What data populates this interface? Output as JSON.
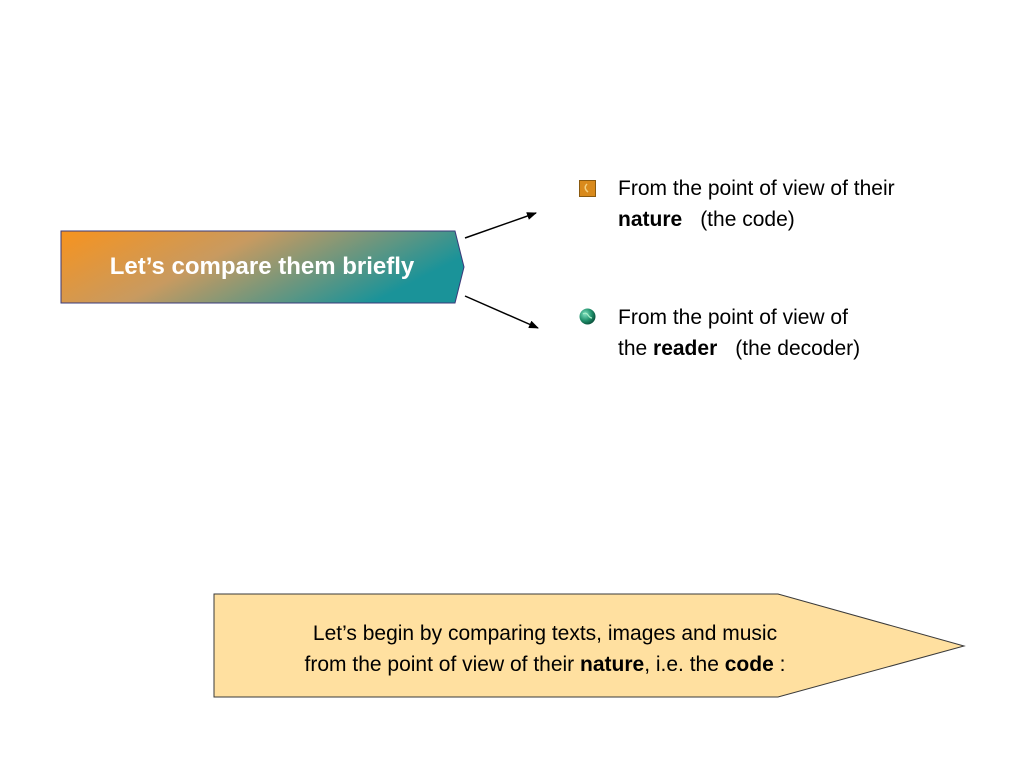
{
  "main_arrow": {
    "label": "Let’s compare them briefly"
  },
  "points": [
    {
      "line1": "From the point of view of their",
      "line2_bold": "nature",
      "line2_rest": "(the code)"
    },
    {
      "line1": "From the point of view of",
      "line2_prefix": "the ",
      "line2_bold": "reader",
      "line2_rest": "(the decoder)"
    }
  ],
  "bottom_callout": {
    "line1": "Let’s begin by comparing texts, images and music",
    "line2_prefix": "from the point of view of their ",
    "bold1": "nature",
    "middle": ", i.e. the ",
    "bold2": "code",
    "suffix": " :"
  },
  "colors": {
    "gradient_start": "#f7931e",
    "gradient_end": "#1a9399",
    "callout_fill": "#ffe0a0",
    "shape_border": "#3a3a7a"
  },
  "icons": [
    "orange-square-bullet-icon",
    "green-globe-bullet-icon"
  ]
}
